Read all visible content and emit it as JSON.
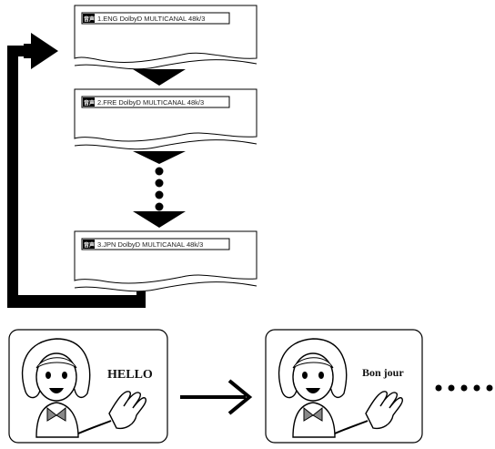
{
  "screens": [
    {
      "badge": "音声",
      "label": "1.ENG DolbyD MULTICANAL 48k/3"
    },
    {
      "badge": "音声",
      "label": "2.FRE DolbyD MULTICANAL 48k/3"
    },
    {
      "badge": "音声",
      "label": "3.JPN DolbyD MULTICANAL 48k/3"
    }
  ],
  "panels": [
    {
      "greeting": "HELLO"
    },
    {
      "greeting": "Bon jour"
    }
  ],
  "colors": {
    "ink": "#000000",
    "paper": "#ffffff"
  },
  "icons": [
    "loop-arrow-icon",
    "down-triangle-icon",
    "right-arrow-icon",
    "girl-waving-icon"
  ]
}
